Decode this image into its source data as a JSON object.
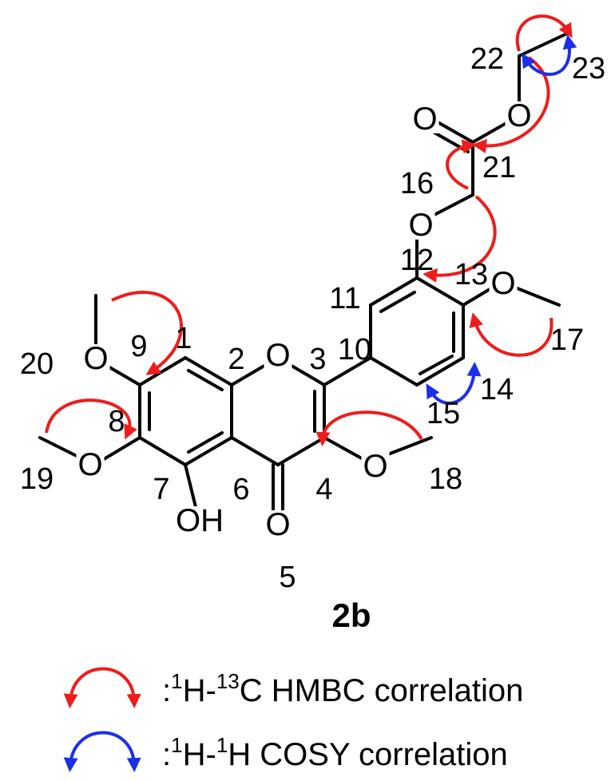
{
  "compound": {
    "label": "2b"
  },
  "atoms": {
    "O": "O",
    "OH": "OH"
  },
  "numbers": [
    "1",
    "2",
    "3",
    "4",
    "5",
    "6",
    "7",
    "8",
    "9",
    "10",
    "11",
    "12",
    "13",
    "14",
    "15",
    "16",
    "17",
    "18",
    "19",
    "20",
    "21",
    "22",
    "23"
  ],
  "legend": {
    "hmbc": {
      "colon": ":",
      "sup1": "1",
      "h": "H-",
      "sup2": "13",
      "rest": "C HMBC correlation",
      "color": "#ee1c1c"
    },
    "cosy": {
      "colon": ":",
      "sup1": "1",
      "h": "H-",
      "sup2": "1",
      "rest": "H COSY correlation",
      "color": "#1c2fe8"
    }
  }
}
